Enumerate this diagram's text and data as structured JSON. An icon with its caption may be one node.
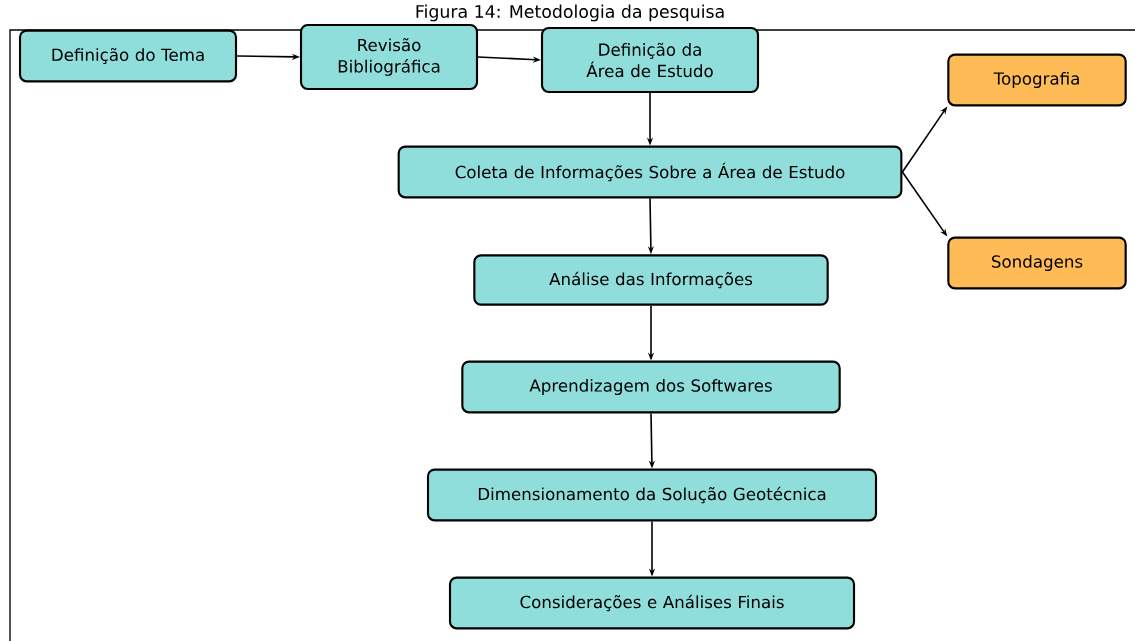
{
  "diagram": {
    "title": "Figura 14: Metodologia da pesquisa",
    "nodes": [
      {
        "text": [
          "Definição do Tema"
        ]
      },
      {
        "text": [
          "Revisão Bibliográfica"
        ]
      },
      {
        "text": [
          "Definição da Área de Estudo"
        ]
      },
      {
        "text": [
          "Coleta de Informações Sobre a Área de Estudo"
        ]
      },
      {
        "text": [
          "Topografia"
        ]
      },
      {
        "text": [
          "Sondagens"
        ]
      },
      {
        "text": [
          "Análise das Informações"
        ]
      },
      {
        "text": [
          "Aprendizagem dos Softwares"
        ]
      },
      {
        "text": [
          "Dimensionamento da Solução Geotécnica"
        ]
      },
      {
        "text": [
          "Considerações e Análises Finais"
        ]
      }
    ],
    "edges": [
      {
        "from": 0,
        "to": 1,
        "arrow": "to"
      },
      {
        "from": 1,
        "to": 2,
        "arrow": "to"
      },
      {
        "from": 2,
        "to": 3,
        "arrow": "to"
      },
      {
        "from": 3,
        "to": 4,
        "arrow": "to"
      },
      {
        "from": 3,
        "to": 5,
        "arrow": "to"
      },
      {
        "from": 3,
        "to": 6,
        "arrow": "to"
      },
      {
        "from": 6,
        "to": 7,
        "arrow": "to"
      },
      {
        "from": 7,
        "to": 8,
        "arrow": "to"
      },
      {
        "from": 8,
        "to": 9,
        "arrow": "to"
      }
    ]
  }
}
